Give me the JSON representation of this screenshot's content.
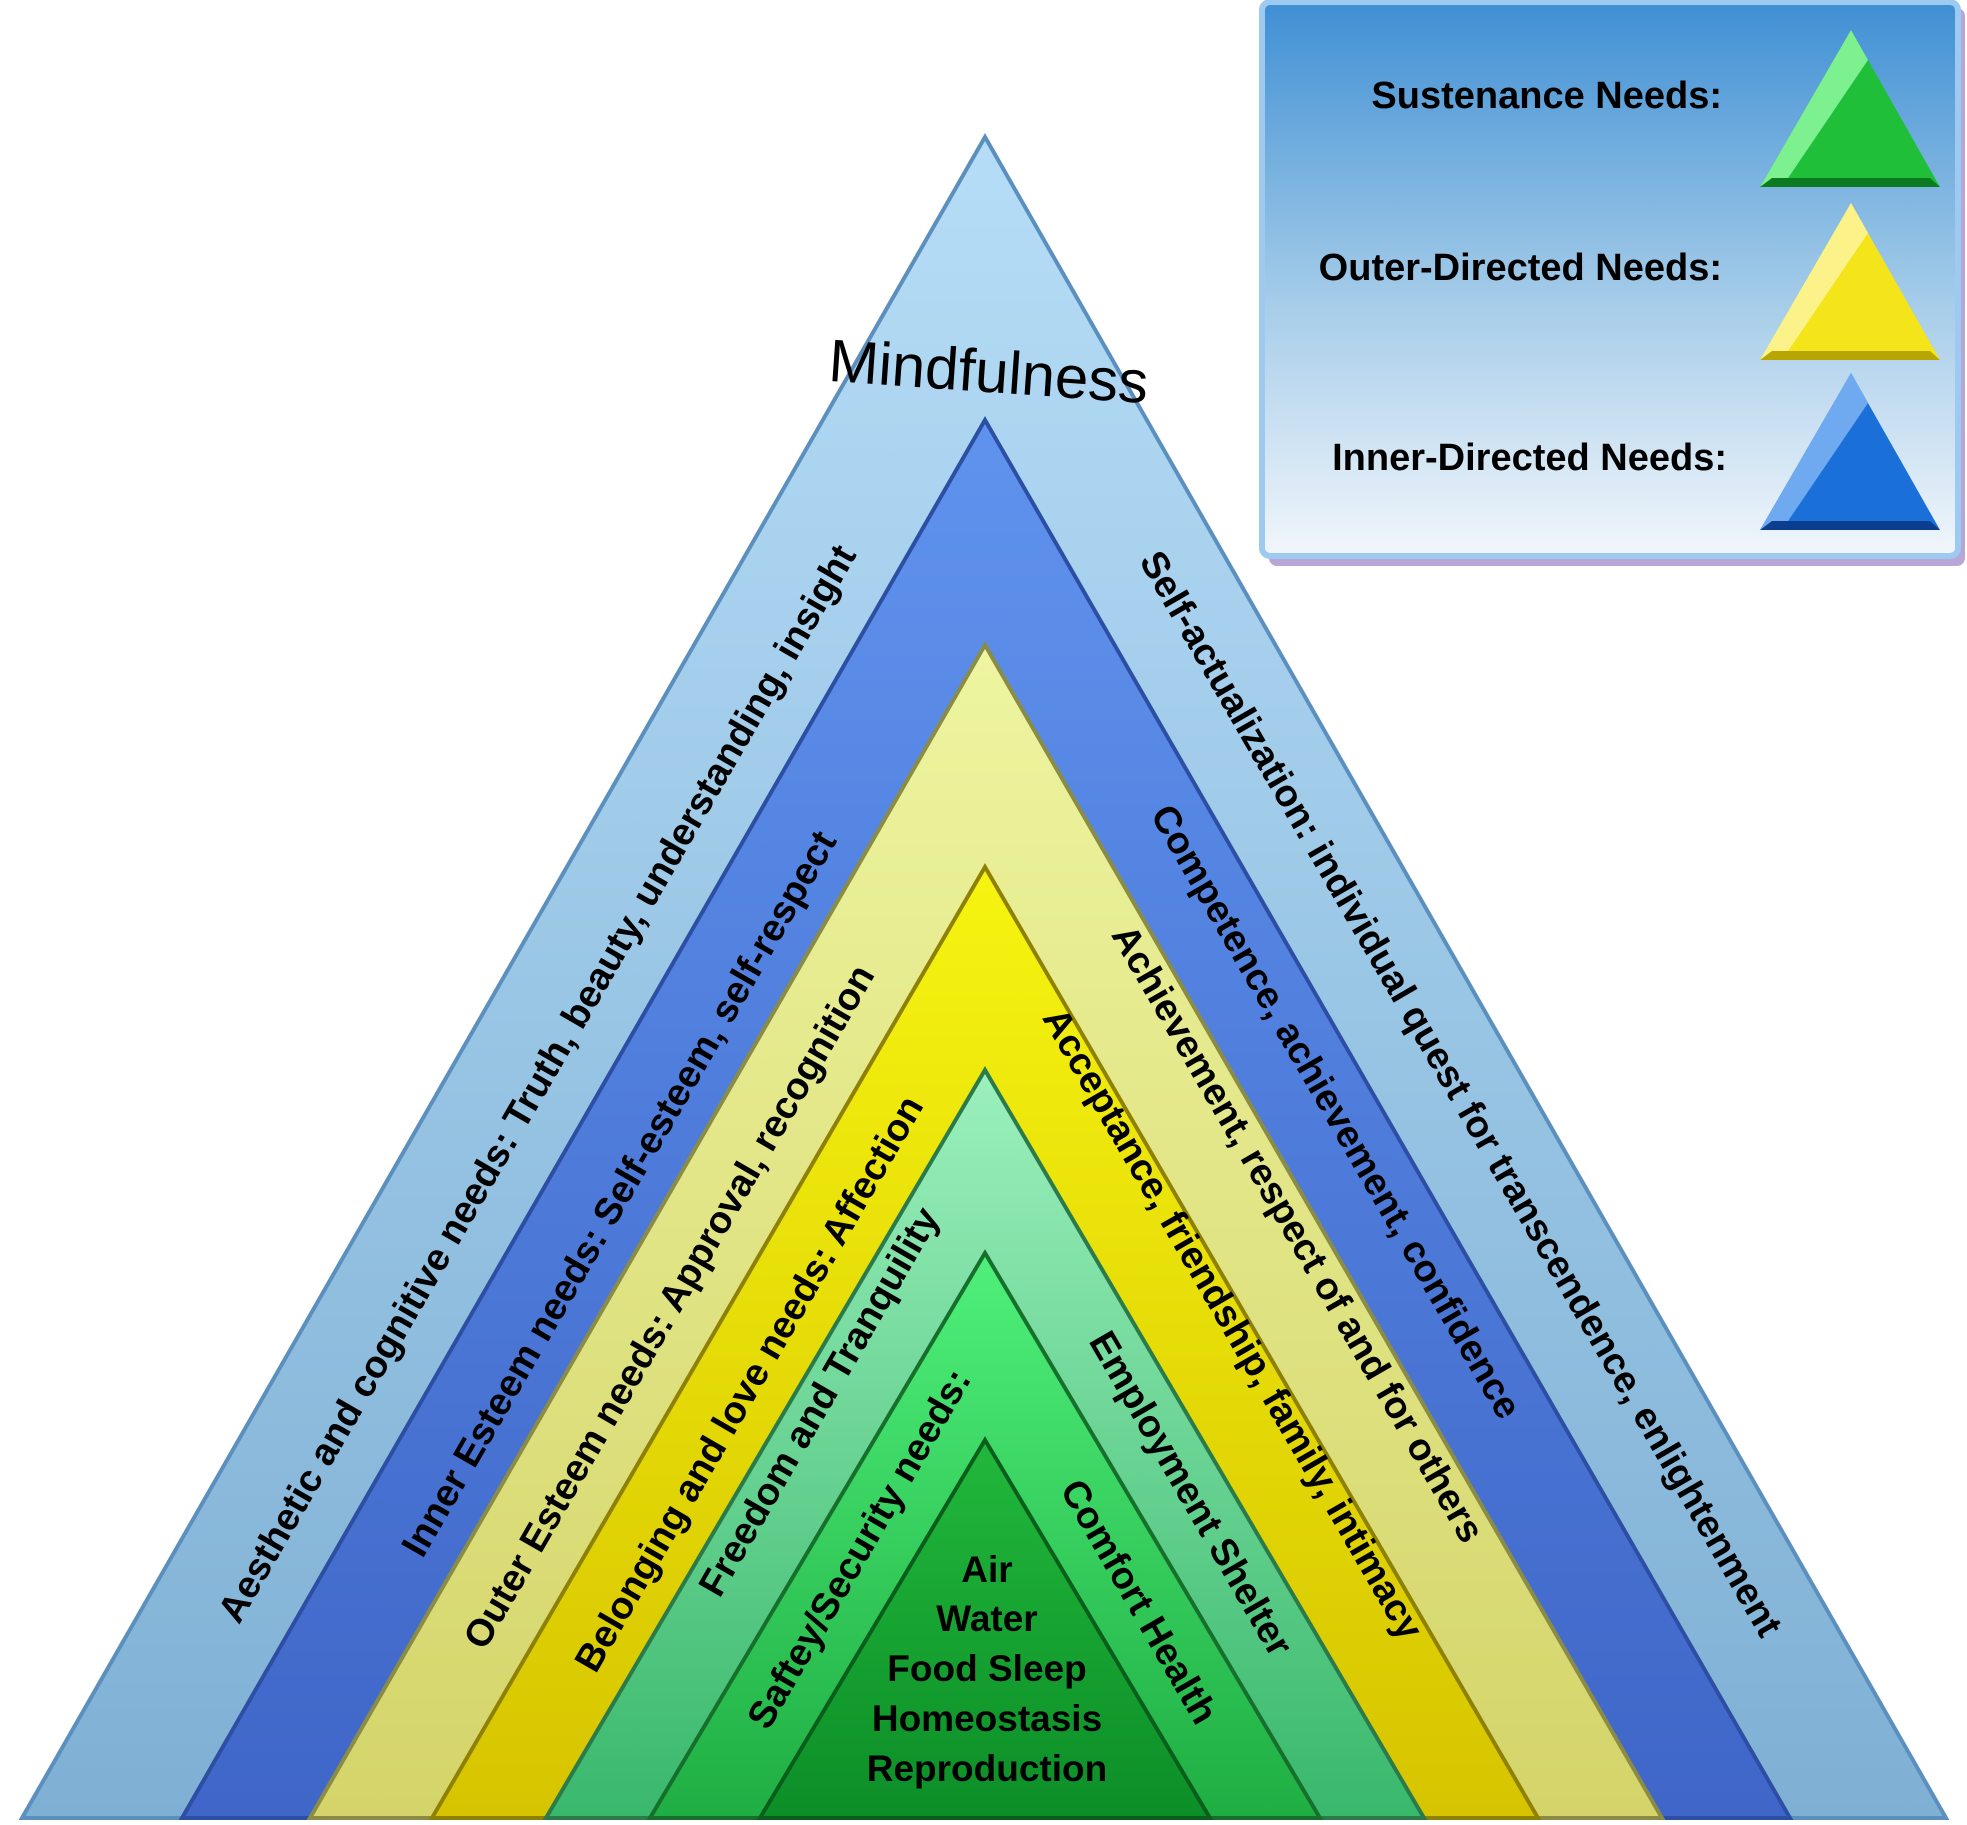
{
  "title": "Mindfulness",
  "legend": {
    "items": [
      {
        "label": "Sustenance Needs:",
        "color": "#22c43a"
      },
      {
        "label": "Outer-Directed Needs:",
        "color": "#f2e21a"
      },
      {
        "label": "Inner-Directed Needs:",
        "color": "#1a72d8"
      }
    ]
  },
  "layers": [
    {
      "left": "Aesthetic and cognitive needs: Truth, beauty, understanding, insight",
      "right": "Self-actualization: individual quest for transcendence, enlightenment",
      "category": "Inner-Directed Needs"
    },
    {
      "left": "Inner Esteem needs: Self-esteem, self-respect",
      "right": "Competence, achievement, confidence",
      "category": "Inner-Directed Needs"
    },
    {
      "left": "Outer Esteem needs: Approval, recognition",
      "right": "Achievement, respect of and for others",
      "category": "Outer-Directed Needs"
    },
    {
      "left": "Belonging and love needs: Affection",
      "right": "Acceptance, friendship, family, intimacy",
      "category": "Outer-Directed Needs"
    },
    {
      "left": "Freedom and Tranquility",
      "right": "Employment  Shelter",
      "category": "Sustenance Needs"
    },
    {
      "left": "Saftey/Security needs:",
      "right": "Comfort  Health",
      "category": "Sustenance Needs"
    }
  ],
  "core": {
    "lines": [
      "Air",
      "Water",
      "Food Sleep",
      "Homeostasis",
      "Reproduction"
    ]
  }
}
